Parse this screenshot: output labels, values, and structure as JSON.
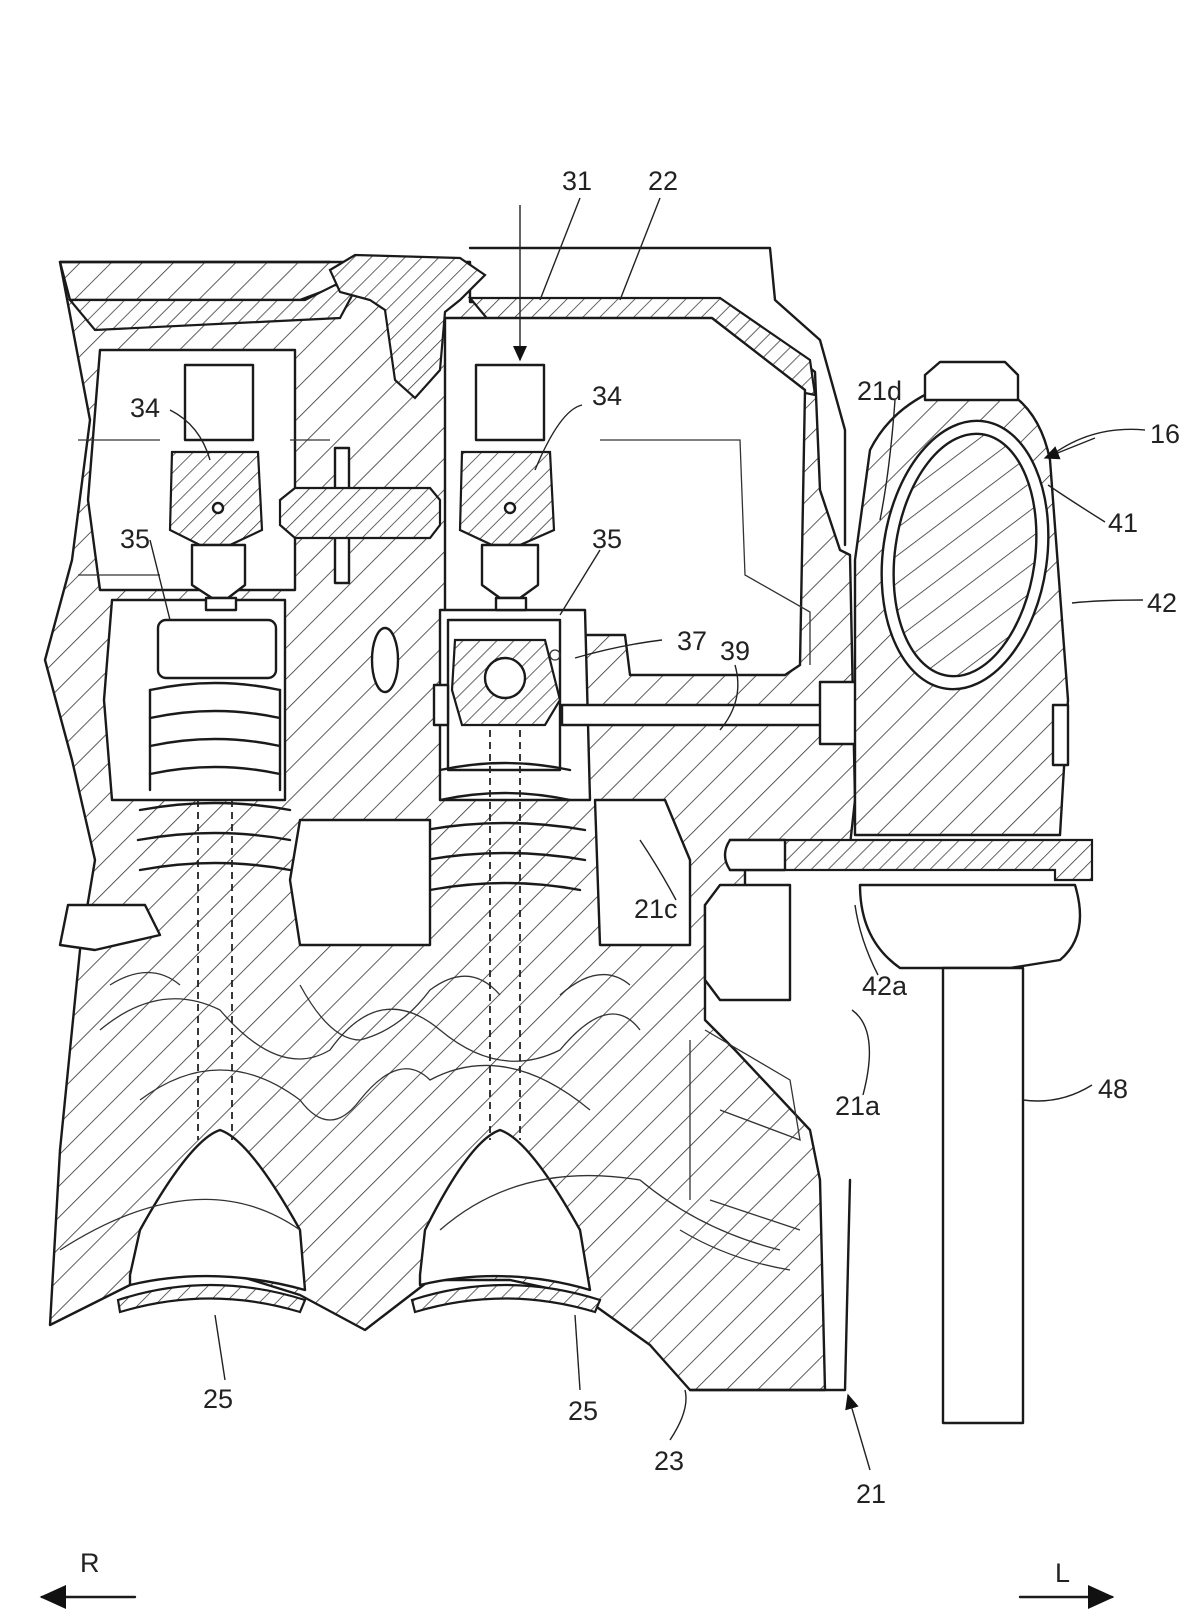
{
  "figure": {
    "labels": {
      "l31": "31",
      "l22": "22",
      "l34a": "34",
      "l34b": "34",
      "l21d": "21d",
      "l16": "16",
      "l41": "41",
      "l35a": "35",
      "l35b": "35",
      "l42": "42",
      "l37": "37",
      "l39": "39",
      "l21c": "21c",
      "l42a": "42a",
      "l21a": "21a",
      "l48": "48",
      "l25a": "25",
      "l25b": "25",
      "l23": "23",
      "l21": "21",
      "dirR": "R",
      "dirL": "L"
    }
  }
}
